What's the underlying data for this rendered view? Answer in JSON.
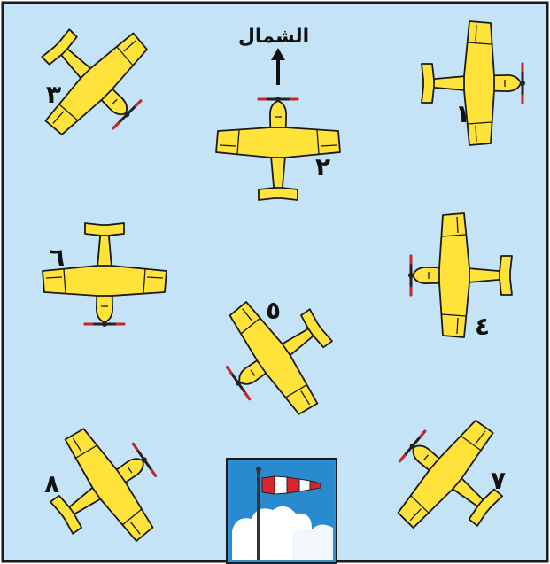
{
  "diagram": {
    "north_label": "الشمال",
    "colors": {
      "sky": "#c5e3f6",
      "border": "#1a1a1a",
      "plane_fill": "#ffe23a",
      "windsock_red": "#d8262c",
      "windsock_white": "#ffffff"
    },
    "airplanes": [
      {
        "id": "1",
        "label": "١",
        "heading": "east"
      },
      {
        "id": "2",
        "label": "٢",
        "heading": "north"
      },
      {
        "id": "3",
        "label": "٣",
        "heading": "southeast"
      },
      {
        "id": "4",
        "label": "٤",
        "heading": "west"
      },
      {
        "id": "5",
        "label": "٥",
        "heading": "southwest"
      },
      {
        "id": "6",
        "label": "٦",
        "heading": "south"
      },
      {
        "id": "7",
        "label": "٧",
        "heading": "northwest"
      },
      {
        "id": "8",
        "label": "٨",
        "heading": "northeast"
      }
    ],
    "windsock_icon": "windsock-icon"
  }
}
